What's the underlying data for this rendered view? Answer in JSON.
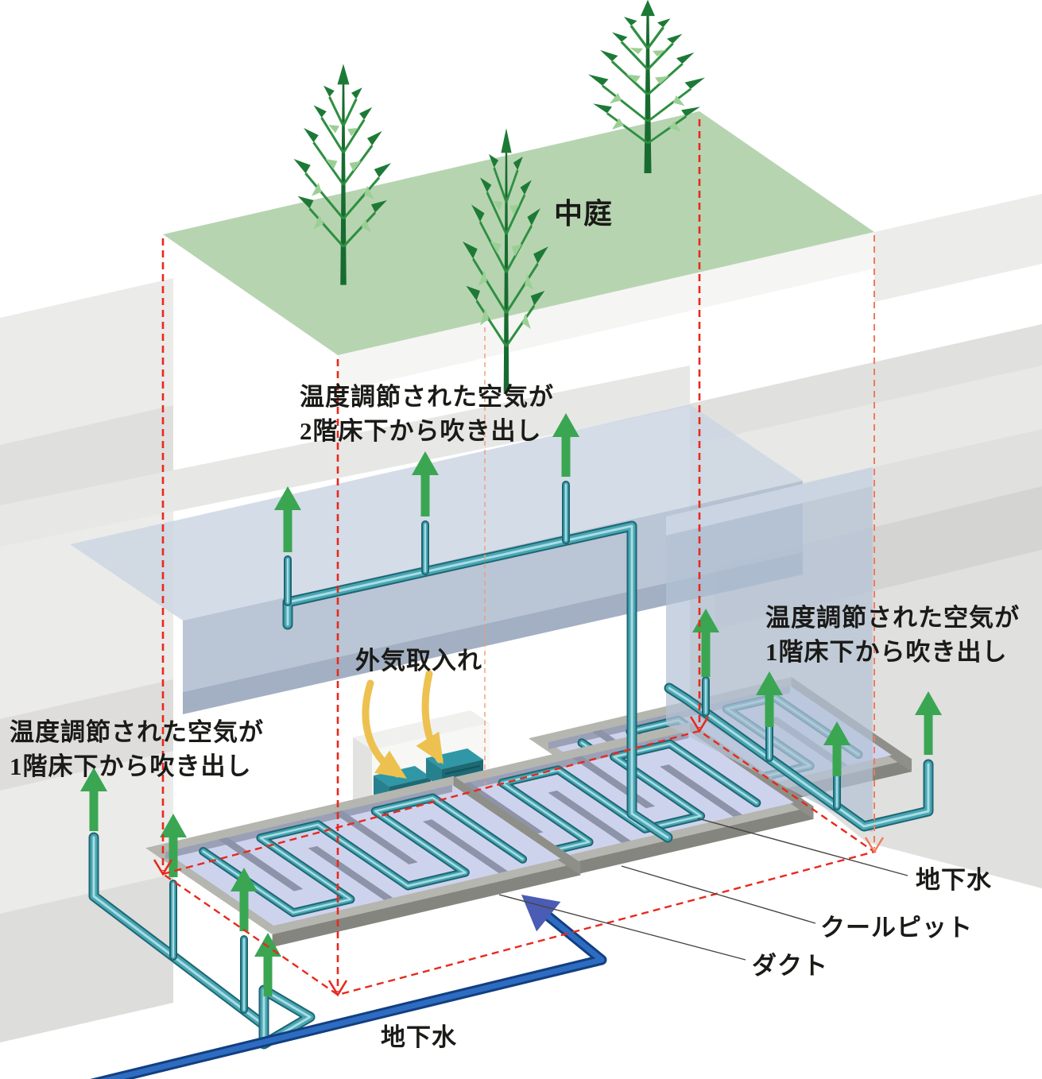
{
  "labels": {
    "courtyard": "中庭",
    "air_2f_line1": "温度調節された空気が",
    "air_2f_line2": "2階床下から吹き出し",
    "air_1f_right_line1": "温度調節された空気が",
    "air_1f_right_line2": "1階床下から吹き出し",
    "air_1f_left_line1": "温度調節された空気が",
    "air_1f_left_line2": "1階床下から吹き出し",
    "outside_air": "外気取入れ",
    "groundwater_right": "地下水",
    "cool_pit": "クールピット",
    "duct": "ダクト",
    "groundwater_bottom": "地下水"
  },
  "colors": {
    "courtyard_green": "#b7d4b1",
    "tree_green_dark": "#1d7a36",
    "tree_green_light": "#9bcf95",
    "slab_blue": "#b2c0d2",
    "pit_floor_lavender": "#ced3ed",
    "pit_wall_gray": "#8d93a8",
    "pit_rim_gray": "#b5b6af",
    "pipe_teal": "#3fa0af",
    "arrow_green": "#3aa652",
    "arrow_yellow": "#ecc14f",
    "groundwater_blue": "#1e5cad",
    "guide_red": "#e8291d",
    "leader_black": "#4a4440",
    "ground_gray": "#e9e9e7"
  },
  "icons": {
    "green_up_arrow": "supply-air-up-arrow",
    "yellow_curve_arrow": "outside-air-intake-arrow",
    "blue_flow_arrow": "groundwater-flow-arrow",
    "red_v_mark": "projection-guide-arrow"
  }
}
